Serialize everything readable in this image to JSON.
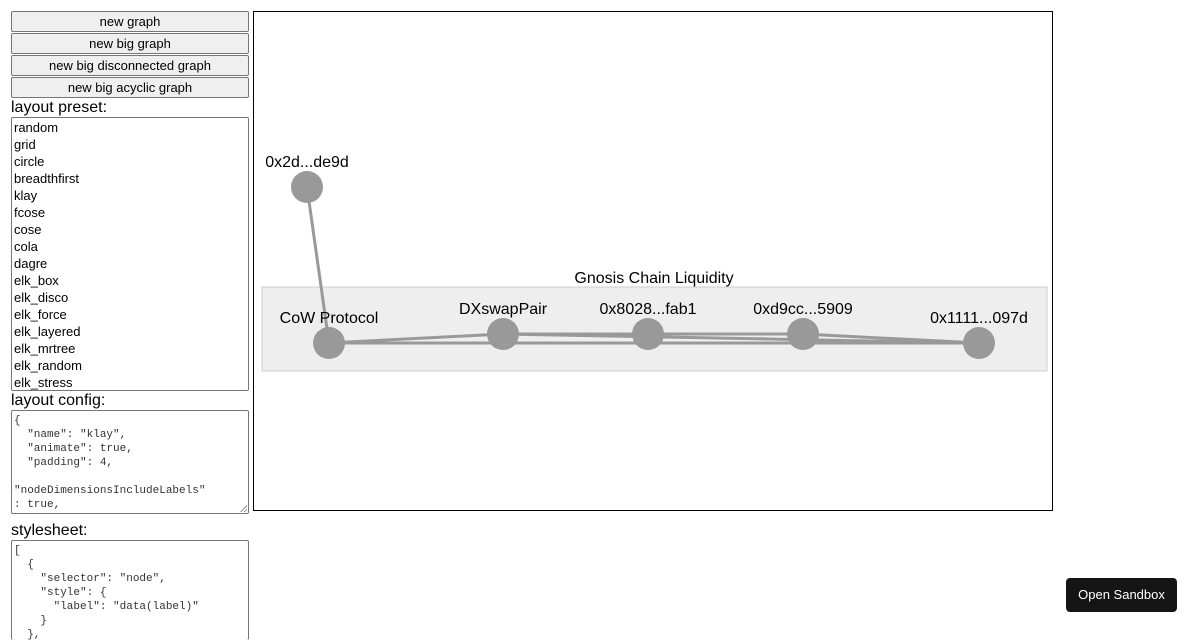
{
  "controls": {
    "buttons": [
      {
        "label": "new graph"
      },
      {
        "label": "new big graph"
      },
      {
        "label": "new big disconnected graph"
      },
      {
        "label": "new big acyclic graph"
      }
    ],
    "layout_preset_label": "layout preset:",
    "layout_presets": [
      "random",
      "grid",
      "circle",
      "breadthfirst",
      "klay",
      "fcose",
      "cose",
      "cola",
      "dagre",
      "elk_box",
      "elk_disco",
      "elk_force",
      "elk_layered",
      "elk_mrtree",
      "elk_random",
      "elk_stress"
    ],
    "layout_config_label": "layout config:",
    "layout_config_text": "{\n  \"name\": \"klay\",\n  \"animate\": true,\n  \"padding\": 4,\n\n\"nodeDimensionsIncludeLabels\"\n: true,",
    "stylesheet_label": "stylesheet:",
    "stylesheet_text": "[\n  {\n    \"selector\": \"node\",\n    \"style\": {\n      \"label\": \"data(label)\"\n    }\n  },"
  },
  "graph": {
    "group_label": "Gnosis Chain Liquidity",
    "node_color": "#999999",
    "edge_color": "#999999",
    "group_fill": "#eeeeee",
    "group_border": "#cccccc",
    "nodes": [
      {
        "id": "n0",
        "label": "0x2d...de9d"
      },
      {
        "id": "n1",
        "label": "CoW Protocol"
      },
      {
        "id": "n2",
        "label": "DXswapPair"
      },
      {
        "id": "n3",
        "label": "0x8028...fab1"
      },
      {
        "id": "n4",
        "label": "0xd9cc...5909"
      },
      {
        "id": "n5",
        "label": "0x1111...097d"
      }
    ],
    "edges": [
      [
        "n0",
        "n1"
      ],
      [
        "n1",
        "n2"
      ],
      [
        "n1",
        "n5"
      ],
      [
        "n2",
        "n3"
      ],
      [
        "n2",
        "n5"
      ],
      [
        "n3",
        "n4"
      ],
      [
        "n4",
        "n5"
      ]
    ]
  },
  "sandbox_button_label": "Open Sandbox"
}
